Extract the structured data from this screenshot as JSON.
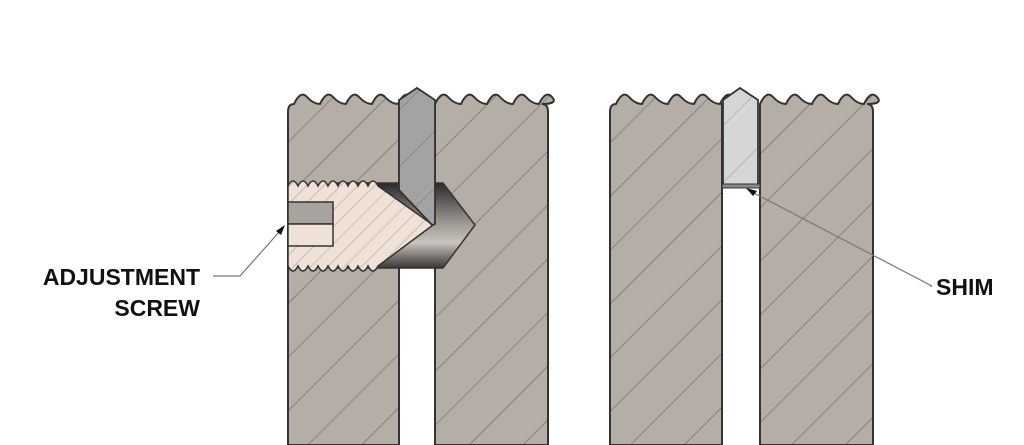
{
  "labels": {
    "adjustment_line1": "ADJUSTMENT",
    "adjustment_line2": "SCREW",
    "shim": "SHIM"
  },
  "colors": {
    "block": "#b4aea7",
    "insert_dark": "#a3a3a3",
    "insert_light": "#d6d6d6",
    "screw": "#efe1d6",
    "outline": "#333333"
  }
}
